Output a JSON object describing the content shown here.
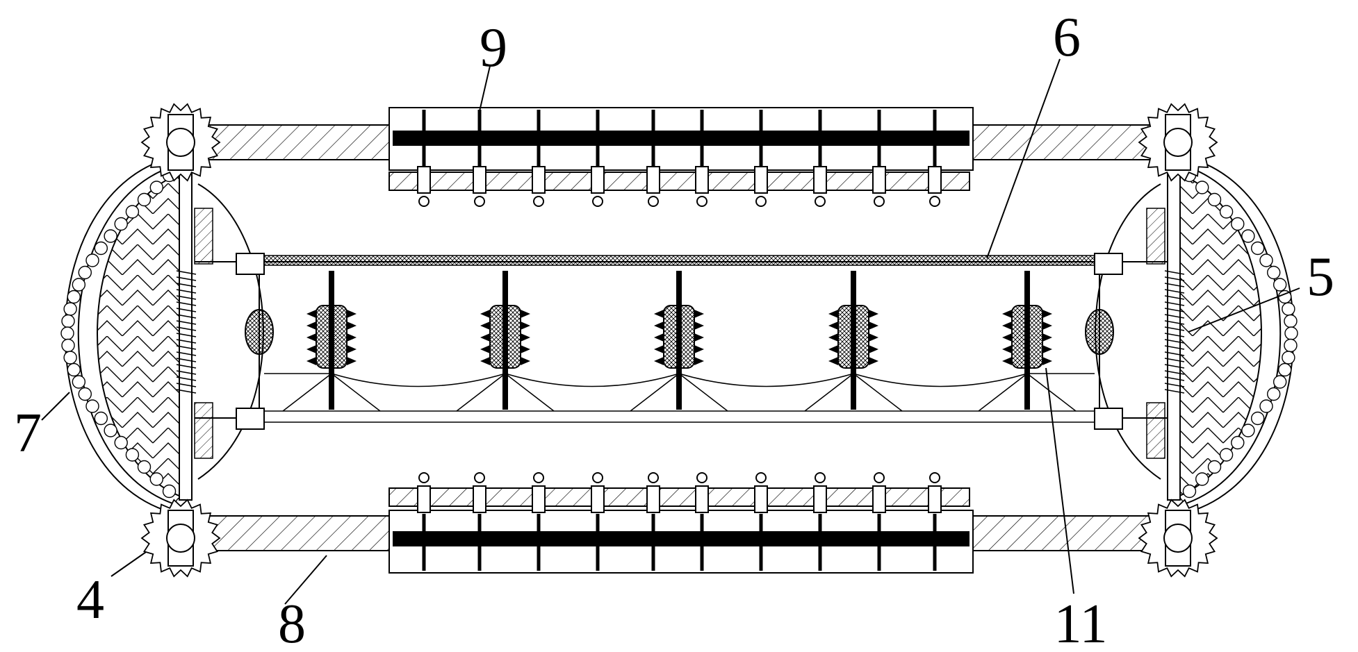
{
  "figure": {
    "labels": {
      "l9": "9",
      "l6": "6",
      "l5": "5",
      "l7": "7",
      "l4": "4",
      "l8": "8",
      "l11": "11"
    }
  },
  "colors": {
    "line": "#000000",
    "background": "#ffffff"
  }
}
